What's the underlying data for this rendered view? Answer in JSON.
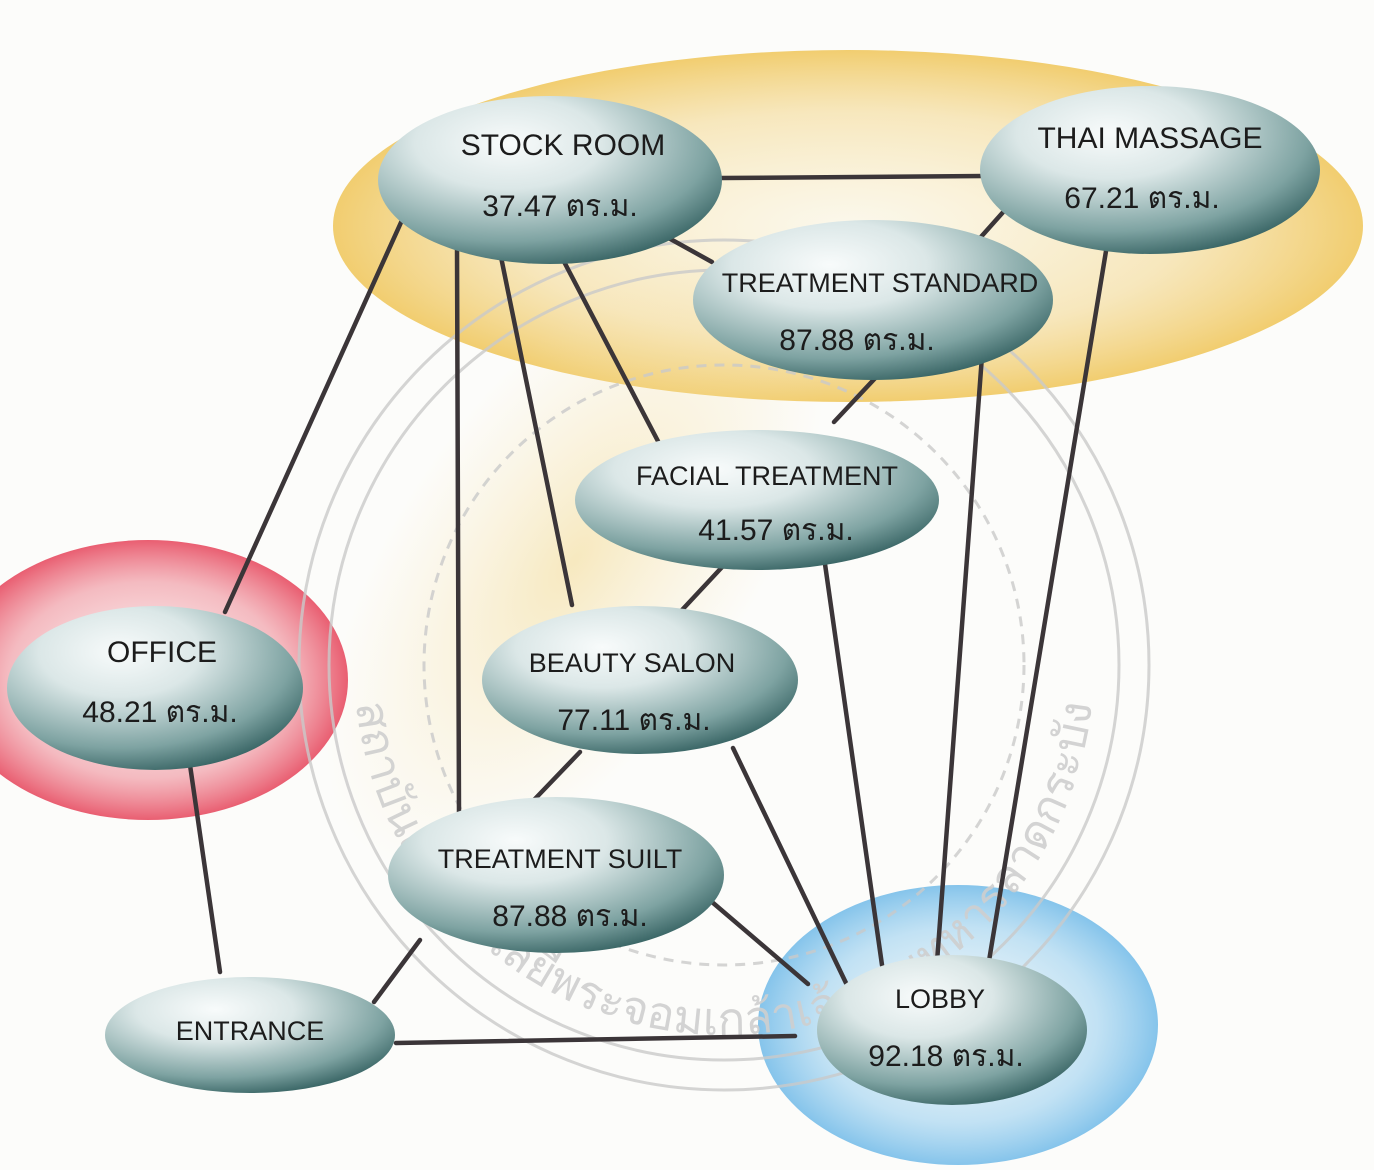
{
  "colors": {
    "zone_yellow": "#f1cf73",
    "zone_red": "#ec6f7d",
    "zone_blue": "#8ec8ec",
    "node_light": "#f4f8f8",
    "node_dark": "#2f5c5c",
    "edge": "#3b3538"
  },
  "watermark": {
    "text": "สถาบันเทคโนโลยีพระจอมเกล้าเจ้าคุณทหารลาดกระบัง"
  },
  "nodes": {
    "stock_room": {
      "name": "STOCK  ROOM",
      "area": "37.47  ตร.ม."
    },
    "thai_massage": {
      "name": "THAI MASSAGE",
      "area": "67.21  ตร.ม."
    },
    "treatment_standard": {
      "name": "TREATMENT STANDARD",
      "area": "87.88  ตร.ม."
    },
    "facial_treatment": {
      "name": "FACIAL TREATMENT",
      "area": "41.57  ตร.ม."
    },
    "office": {
      "name": "OFFICE",
      "area": "48.21  ตร.ม."
    },
    "beauty_salon": {
      "name": "BEAUTY SALON",
      "area": "77.11  ตร.ม."
    },
    "treatment_suilt": {
      "name": "TREATMENT SUILT",
      "area": "87.88  ตร.ม."
    },
    "entrance": {
      "name": "ENTRANCE"
    },
    "lobby": {
      "name": "LOBBY",
      "area": "92.18  ตร.ม."
    }
  },
  "edges": [
    [
      "stock_room",
      "thai_massage"
    ],
    [
      "stock_room",
      "office"
    ],
    [
      "stock_room",
      "treatment_suilt"
    ],
    [
      "stock_room",
      "beauty_salon"
    ],
    [
      "stock_room",
      "facial_treatment"
    ],
    [
      "stock_room",
      "treatment_standard"
    ],
    [
      "thai_massage",
      "treatment_standard"
    ],
    [
      "thai_massage",
      "lobby"
    ],
    [
      "treatment_standard",
      "facial_treatment"
    ],
    [
      "treatment_standard",
      "lobby"
    ],
    [
      "facial_treatment",
      "beauty_salon"
    ],
    [
      "facial_treatment",
      "lobby"
    ],
    [
      "beauty_salon",
      "treatment_suilt"
    ],
    [
      "beauty_salon",
      "lobby"
    ],
    [
      "treatment_suilt",
      "entrance"
    ],
    [
      "treatment_suilt",
      "lobby"
    ],
    [
      "office",
      "entrance"
    ],
    [
      "entrance",
      "lobby"
    ]
  ]
}
